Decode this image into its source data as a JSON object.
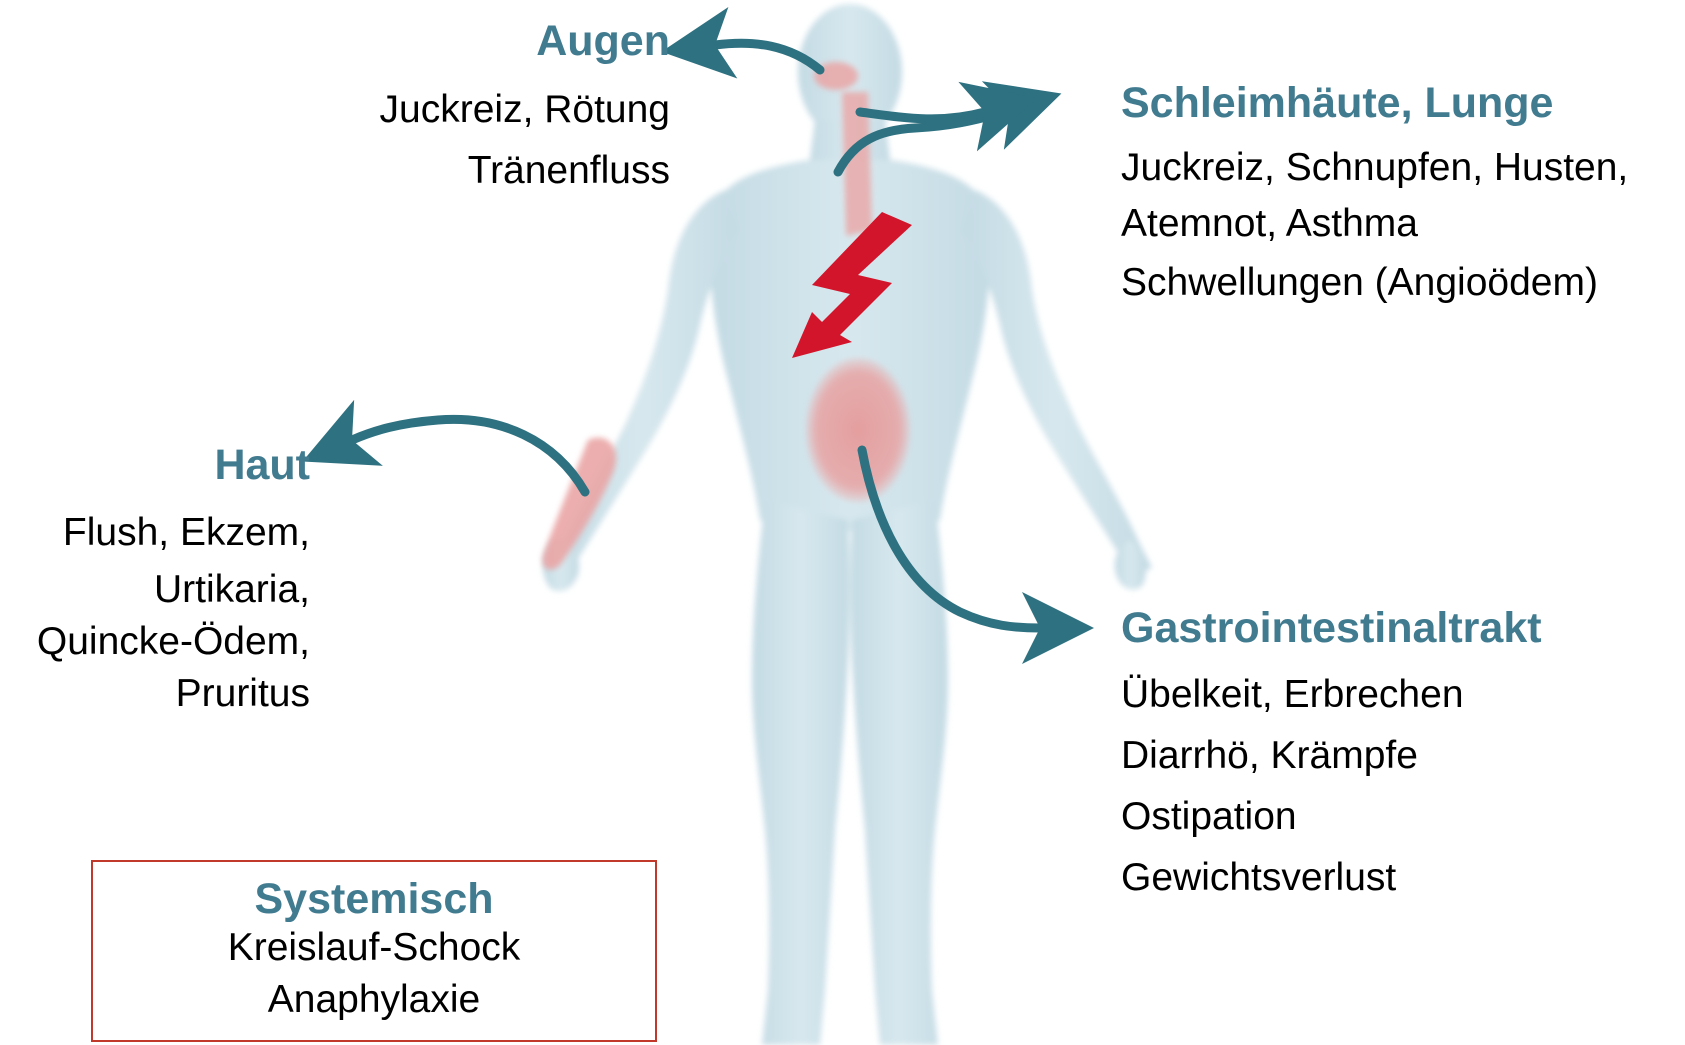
{
  "colors": {
    "heading_accent": "#417b90",
    "arrow": "#2e7180",
    "body_silhouette": "#cfe3ea",
    "inflammation_highlight": "#e8a2a2",
    "lightning": "#d3152b",
    "box_border": "#c0392b",
    "body_text": "#000000"
  },
  "icons": {
    "body": "human-body-silhouette",
    "trigger": "lightning-bolt-icon",
    "pointer": "curved-arrow-icon"
  },
  "sections": {
    "augen": {
      "heading": "Augen",
      "lines": [
        "Juckreiz, Rötung",
        "Tränenfluss"
      ]
    },
    "lunge": {
      "heading": "Schleimhäute, Lunge",
      "lines": [
        "Juckreiz, Schnupfen, Husten,",
        "Atemnot, Asthma",
        "Schwellungen (Angioödem)"
      ]
    },
    "haut": {
      "heading": "Haut",
      "lines": [
        "Flush, Ekzem,",
        "Urtikaria,",
        "Quincke-Ödem,",
        "Pruritus"
      ]
    },
    "gastro": {
      "heading": "Gastrointestinaltrakt",
      "lines": [
        "Übelkeit, Erbrechen",
        "Diarrhö, Krämpfe",
        "Ostipation",
        "Gewichtsverlust"
      ]
    },
    "systemic": {
      "heading": "Systemisch",
      "lines": [
        "Kreislauf-Schock",
        "Anaphylaxie"
      ]
    }
  }
}
